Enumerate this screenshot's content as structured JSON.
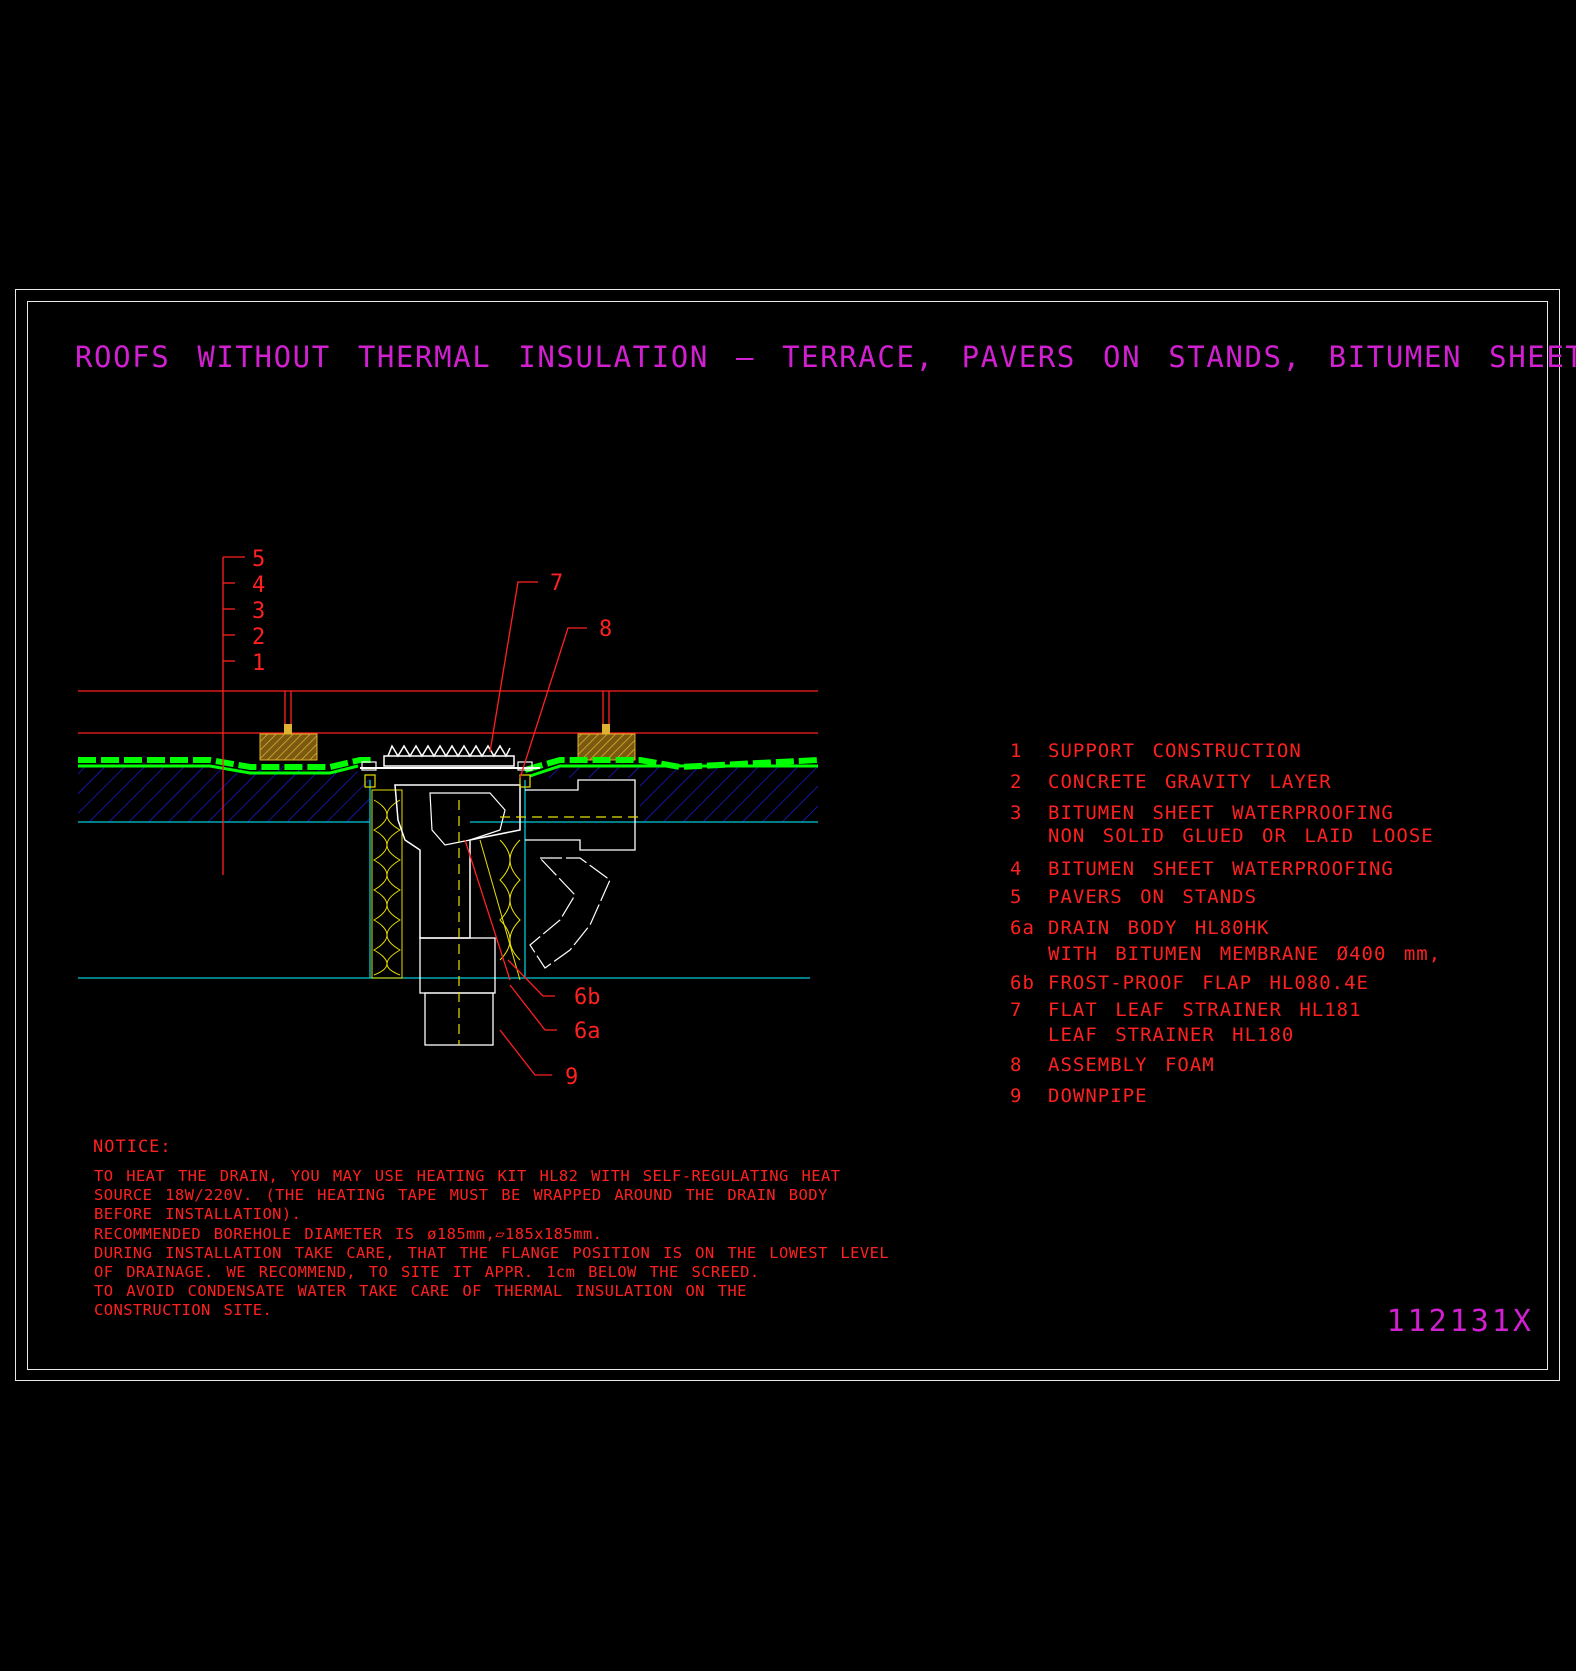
{
  "title": "ROOFS WITHOUT THERMAL INSULATION — TERRACE, PAVERS ON STANDS, BITUMEN SHEETS",
  "drawing_code": "112131X",
  "colors": {
    "background": "#000000",
    "frame": "#e8e8e8",
    "title": "#d020d0",
    "text_red": "#ff2020",
    "membrane": "#00ff00",
    "concrete_hatch": "#2020ff",
    "insulation": "#e8e000",
    "cyan": "#00c8d8",
    "paver_stand": "#c8a020",
    "strainer": "#ffffff"
  },
  "layer_callouts": [
    "5",
    "4",
    "3",
    "2",
    "1"
  ],
  "part_callouts": {
    "p7": "7",
    "p8": "8",
    "p6b": "6b",
    "p6a": "6a",
    "p9": "9"
  },
  "legend": [
    {
      "num": "1",
      "lines": [
        "SUPPORT CONSTRUCTION"
      ]
    },
    {
      "num": "2",
      "lines": [
        "CONCRETE GRAVITY LAYER"
      ]
    },
    {
      "num": "3",
      "lines": [
        "BITUMEN SHEET WATERPROOFING",
        "NON SOLID GLUED OR LAID LOOSE"
      ]
    },
    {
      "num": "4",
      "lines": [
        "BITUMEN SHEET WATERPROOFING"
      ]
    },
    {
      "num": "5",
      "lines": [
        "PAVERS ON STANDS"
      ]
    },
    {
      "num": "6a",
      "lines": [
        "DRAIN BODY HL80HK",
        "WITH BITUMEN MEMBRANE Ø400 mm,"
      ]
    },
    {
      "num": "6b",
      "lines": [
        "FROST-PROOF FLAP HL080.4E"
      ]
    },
    {
      "num": "7",
      "lines": [
        "FLAT LEAF STRAINER HL181",
        "LEAF STRAINER HL180"
      ]
    },
    {
      "num": "8",
      "lines": [
        "ASSEMBLY FOAM"
      ]
    },
    {
      "num": "9",
      "lines": [
        "DOWNPIPE"
      ]
    }
  ],
  "notice": {
    "title": "NOTICE:",
    "lines": [
      "TO HEAT THE DRAIN, YOU MAY USE HEATING KIT HL82 WITH SELF-REGULATING HEAT",
      "SOURCE 18W/220V. (THE HEATING TAPE MUST BE WRAPPED AROUND THE DRAIN BODY",
      "BEFORE INSTALLATION).",
      "RECOMMENDED BOREHOLE DIAMETER IS ø185mm,▱185x185mm.",
      "DURING INSTALLATION TAKE CARE, THAT THE FLANGE POSITION IS ON THE LOWEST LEVEL",
      "OF DRAINAGE. WE RECOMMEND, TO SITE IT APPR. 1cm BELOW THE SCREED.",
      "TO AVOID CONDENSATE WATER TAKE CARE OF THERMAL INSULATION ON THE",
      "CONSTRUCTION SITE."
    ]
  }
}
